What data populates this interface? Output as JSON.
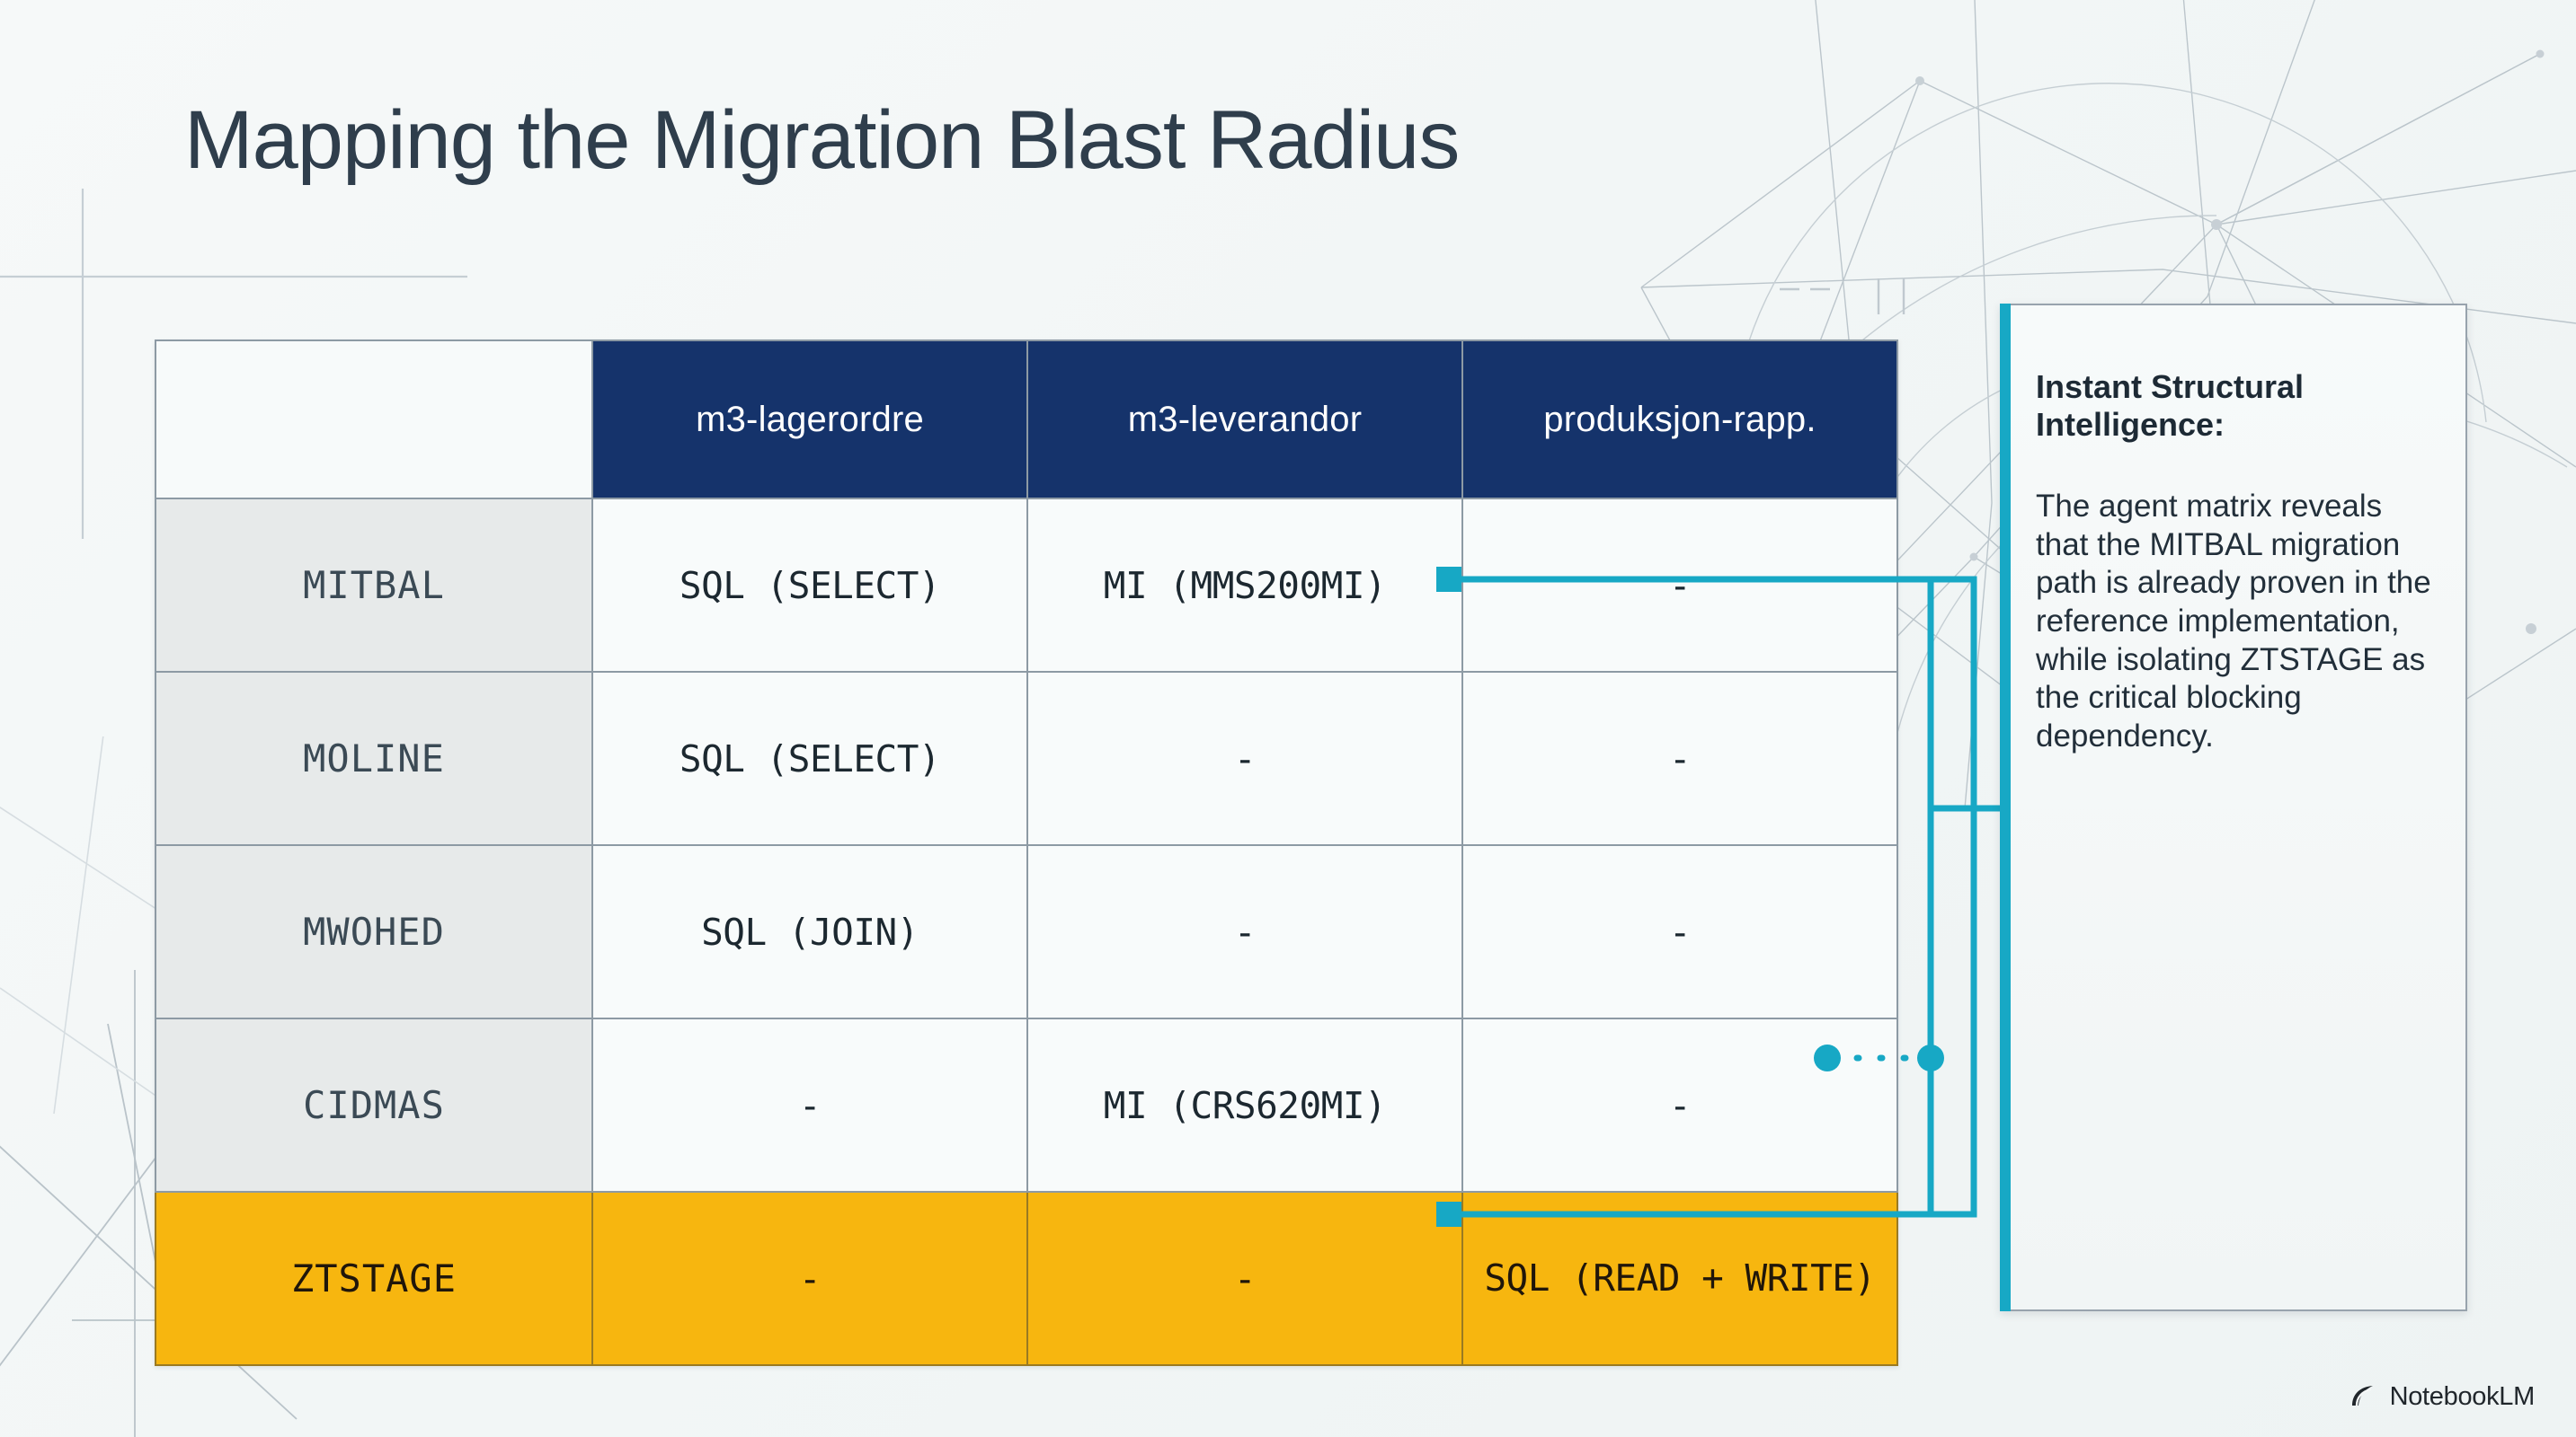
{
  "slide": {
    "title": "Mapping the Migration Blast Radius",
    "background_color": "#f4f7f7"
  },
  "colors": {
    "header_navy": "#15336b",
    "highlight_amber": "#f7b60f",
    "accent_cyan": "#17a8c5",
    "row_head_gray": "#e7eaea",
    "cell_bg": "#f8fbfb",
    "border_gray": "#8d9aa4",
    "title_text": "#2f3e4c"
  },
  "matrix": {
    "corner_label": "",
    "columns": [
      "m3-lagerordre",
      "m3-leverandor",
      "produksjon-rapp."
    ],
    "rows": [
      {
        "name": "MITBAL",
        "cells": [
          "SQL (SELECT)",
          "MI (MMS200MI)",
          "-"
        ],
        "highlight": false
      },
      {
        "name": "MOLINE",
        "cells": [
          "SQL (SELECT)",
          "-",
          "-"
        ],
        "highlight": false
      },
      {
        "name": "MWOHED",
        "cells": [
          "SQL (JOIN)",
          "-",
          "-"
        ],
        "highlight": false
      },
      {
        "name": "CIDMAS",
        "cells": [
          "-",
          "MI (CRS620MI)",
          "-"
        ],
        "highlight": false
      },
      {
        "name": "ZTSTAGE",
        "cells": [
          "-",
          "-",
          "SQL (READ + WRITE)"
        ],
        "highlight": true
      }
    ]
  },
  "callout": {
    "heading": "Instant Structural Intelligence:",
    "body": "The agent matrix reveals that the MITBAL migration path is already proven in the reference implementation, while isolating ZTSTAGE as the critical blocking dependency."
  },
  "brand": {
    "name": "NotebookLM",
    "icon": "notebooklm-logo-icon"
  }
}
